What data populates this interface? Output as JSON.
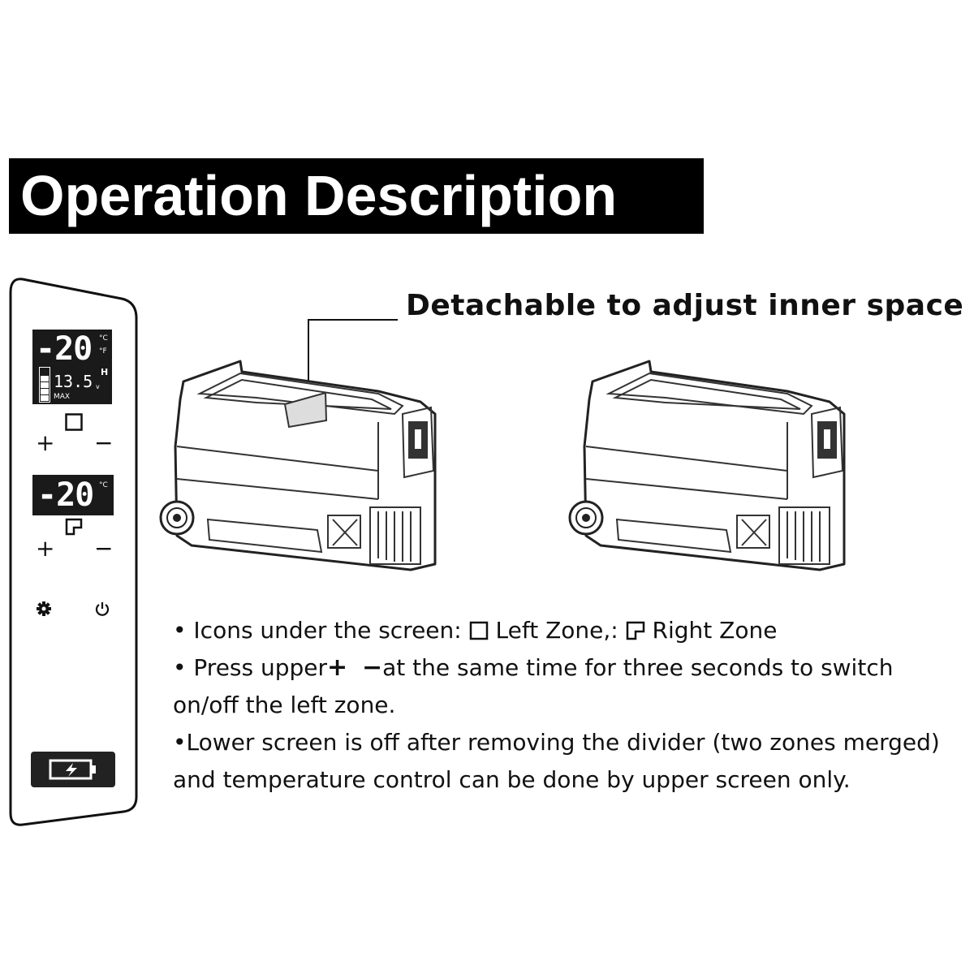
{
  "title": "Operation Description",
  "callout": "Detachable to adjust inner space",
  "panel": {
    "upper_display": {
      "temperature": "-20",
      "unit_c": "°C",
      "unit_f": "°F",
      "voltage": "13.5",
      "voltage_unit": "v",
      "h_indicator": "H",
      "max_label": "MAX"
    },
    "lower_display": {
      "temperature": "-20",
      "unit_c": "°C"
    },
    "upper_plus": "+",
    "upper_minus": "−",
    "lower_plus": "+",
    "lower_minus": "−",
    "icons": {
      "left_zone": "left-zone-square-icon",
      "right_zone": "right-zone-corner-icon",
      "settings": "gear-icon",
      "power": "power-icon",
      "battery": "battery-charging-icon"
    }
  },
  "notes": {
    "line1_prefix": "• Icons under the screen: ",
    "line1_left": " Left Zone,: ",
    "line1_right": " Right Zone",
    "line2_prefix": "• Press upper",
    "line2_plus": "+",
    "line2_minus": "−",
    "line2_suffix": "at the same time for three seconds to switch",
    "line3": "on/off the left zone.",
    "line4": "•Lower screen is off after removing the divider (two zones merged)",
    "line5": "and temperature control can be done by upper screen only."
  },
  "colors": {
    "title_bg": "#000000",
    "title_fg": "#ffffff",
    "lcd_bg": "#1a1a1a"
  }
}
